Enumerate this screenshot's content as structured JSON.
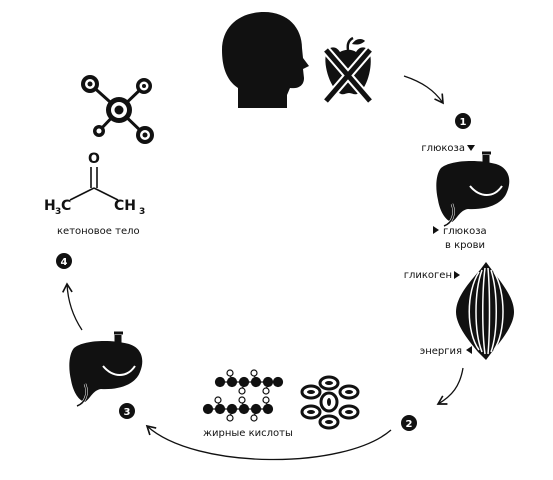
{
  "steps": {
    "s1": "1",
    "s2": "2",
    "s3": "3",
    "s4": "4"
  },
  "labels": {
    "glucose": "глюкоза",
    "blood_glucose_line1": "глюкоза",
    "blood_glucose_line2": "в крови",
    "glycogen": "гликоген",
    "energy": "энергия",
    "fatty_acids": "жирные кислоты",
    "ketone_body": "кетоновое тело"
  },
  "formula": {
    "h": "H",
    "h_sub": "3",
    "c": "C",
    "ch": "CH",
    "ch_sub": "3",
    "o": "O"
  },
  "icons": {
    "head": "human-head-icon",
    "no_food": "crossed-apple-icon",
    "liver": "liver-icon",
    "muscle": "muscle-icon",
    "fat_cells": "fat-cell-cluster-icon",
    "fatty_acid_chains": "fatty-acid-chain-icon",
    "molecule": "molecule-icon"
  },
  "colors": {
    "ink": "#111111",
    "paper": "#ffffff"
  }
}
